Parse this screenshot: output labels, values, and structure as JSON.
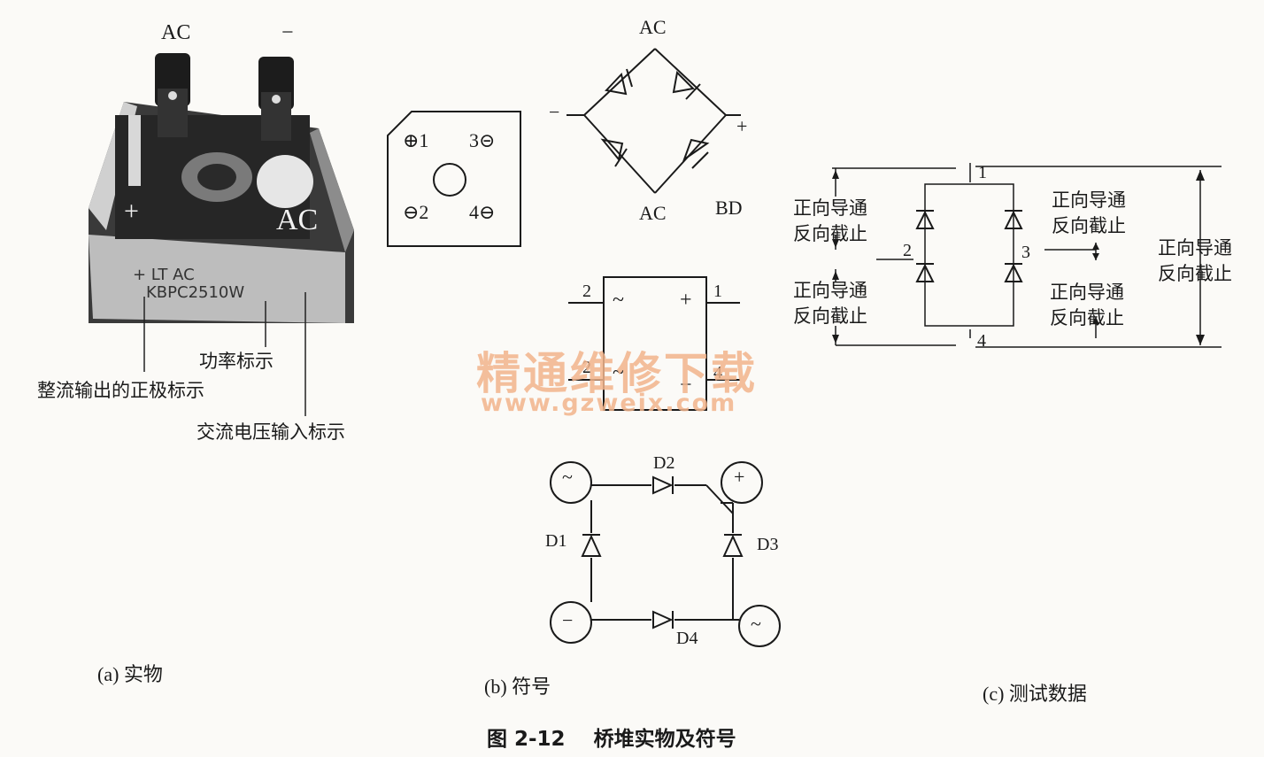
{
  "photo": {
    "labels": {
      "ac_top": "AC",
      "minus_top": "−",
      "plus_side": "+",
      "ac_side": "AC",
      "body_marking_line1": "+ LT  AC",
      "body_marking_line2": "KBPC2510W"
    },
    "callouts": {
      "power": "功率标示",
      "positive": "整流输出的正极标示",
      "ac_input": "交流电压输入标示"
    },
    "caption": "(a) 实物"
  },
  "symbol": {
    "package": {
      "p1": "⊕1",
      "p2": "⊖2",
      "p3": "3⊝",
      "p4": "4⊖"
    },
    "bridge": {
      "ac_top": "AC",
      "ac_bottom": "AC",
      "minus": "−",
      "plus": "+",
      "name": "BD"
    },
    "box": {
      "pin1": "1",
      "pin2_top": "2",
      "pin2_bottom": "2",
      "pin4": "4",
      "tilde_top": "~",
      "plus": "+",
      "tilde_bottom": "~",
      "minus": "−"
    },
    "circuit": {
      "d1": "D1",
      "d2": "D2",
      "d3": "D3",
      "d4": "D4",
      "tl": "~",
      "tr": "+",
      "bl": "−",
      "br": "~"
    },
    "caption": "(b) 符号"
  },
  "test": {
    "pin1": "1",
    "pin2": "2",
    "pin3": "3",
    "pin4": "4",
    "forward": "正向导通",
    "reverse": "反向截止",
    "caption": "(c) 测试数据"
  },
  "watermark": {
    "text": "精通维修下载",
    "url": "www.gzweix.com"
  },
  "figure_title": "图 2-12    桥堆实物及符号"
}
